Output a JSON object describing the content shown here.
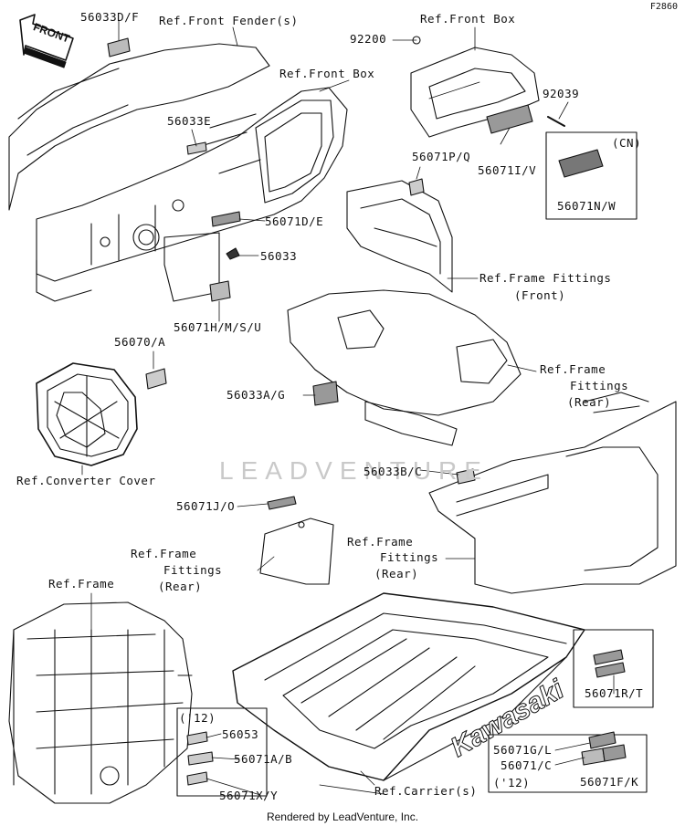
{
  "figure_id": "F2860",
  "front_arrow_label": "FRONT",
  "watermark": "LEADVENTURE",
  "brand_decal": "Kawasaki",
  "footer": "Rendered by LeadVenture, Inc.",
  "labels": {
    "l_56033df": "56033D/F",
    "l_ref_front_fender": "Ref.Front Fender(s)",
    "l_ref_front_box_top": "Ref.Front Box",
    "l_92200": "92200",
    "l_ref_front_box": "Ref.Front Box",
    "l_92039": "92039",
    "l_cn": "(CN)",
    "l_56033e": "56033E",
    "l_56071iv": "56071I/V",
    "l_56071pq": "56071P/Q",
    "l_56071nw": "56071N/W",
    "l_56071de": "56071D/E",
    "l_56033": "56033",
    "l_ref_frame_fittings_front_1": "Ref.Frame Fittings",
    "l_ref_frame_fittings_front_2": "(Front)",
    "l_56071hmsu": "56071H/M/S/U",
    "l_56070a": "56070/A",
    "l_ref_frame_rear_1": "Ref.Frame",
    "l_ref_frame_rear_2": "Fittings",
    "l_ref_frame_rear_3": "(Rear)",
    "l_56033ag": "56033A/G",
    "l_56033bc": "56033B/C",
    "l_ref_converter_cover": "Ref.Converter Cover",
    "l_56071jo": "56071J/O",
    "l_ref_frame_fit_mid_1": "Ref.Frame",
    "l_ref_frame_fit_mid_2": "Fittings",
    "l_ref_frame_fit_mid_3": "(Rear)",
    "l_ref_frame_fit_left_1": "Ref.Frame",
    "l_ref_frame_fit_left_2": "Fittings",
    "l_ref_frame_fit_left_3": "(Rear)",
    "l_ref_frame": "Ref.Frame",
    "l_12_a": "('12)",
    "l_56053": "56053",
    "l_56071ab": "56071A/B",
    "l_56071rt": "56071R/T",
    "l_56071gl": "56071G/L",
    "l_56071c": "56071/C",
    "l_56071fk": "56071F/K",
    "l_12_b": "('12)",
    "l_56071xy": "56071X/Y",
    "l_ref_carrier": "Ref.Carrier(s)"
  }
}
